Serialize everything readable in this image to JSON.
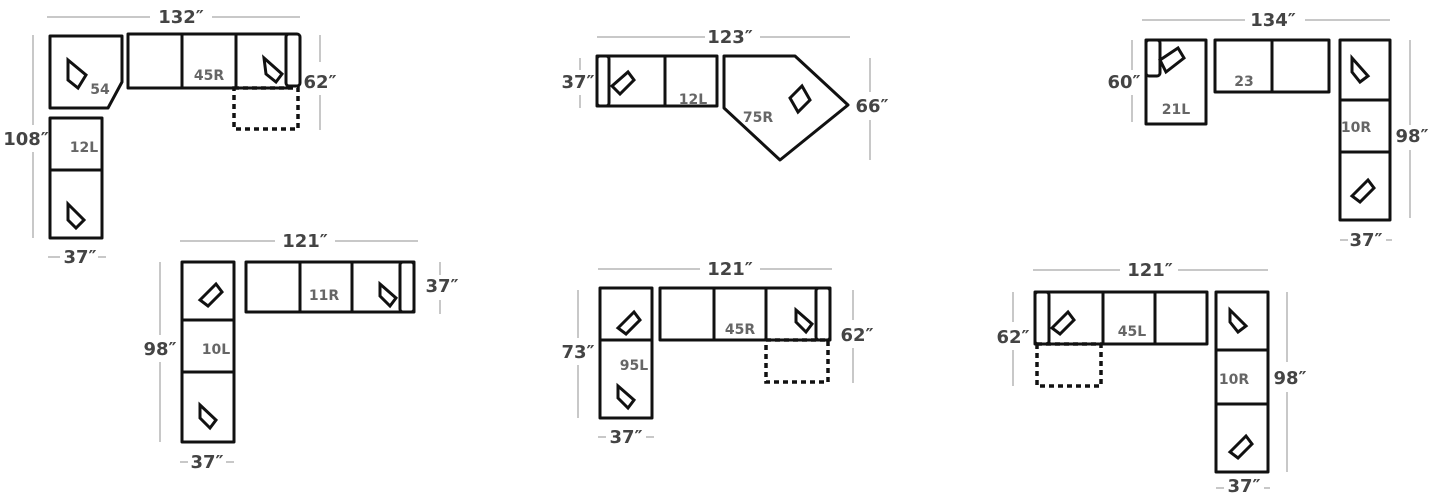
{
  "diagrams": [
    {
      "id": "a",
      "dims": {
        "width": "132″",
        "height_left": "108″",
        "height_right": "62″",
        "depth": "37″"
      },
      "modules": [
        "54",
        "45R",
        "12L"
      ]
    },
    {
      "id": "b",
      "dims": {
        "width": "123″",
        "height_left": "37″",
        "height_right": "66″"
      },
      "modules": [
        "12L",
        "75R"
      ]
    },
    {
      "id": "c",
      "dims": {
        "width": "134″",
        "height_left": "60″",
        "height_right": "98″",
        "depth": "37″"
      },
      "modules": [
        "21L",
        "23",
        "10R"
      ]
    },
    {
      "id": "d",
      "dims": {
        "width": "121″",
        "height_left": "98″",
        "height_right": "37″",
        "depth": "37″"
      },
      "modules": [
        "10L",
        "11R"
      ]
    },
    {
      "id": "e",
      "dims": {
        "width": "121″",
        "height_left": "73″",
        "height_right": "62″",
        "depth": "37″"
      },
      "modules": [
        "95L",
        "45R"
      ]
    },
    {
      "id": "f",
      "dims": {
        "width": "121″",
        "height_left": "62″",
        "height_right": "98″",
        "depth": "37″"
      },
      "modules": [
        "45L",
        "10R"
      ]
    }
  ]
}
